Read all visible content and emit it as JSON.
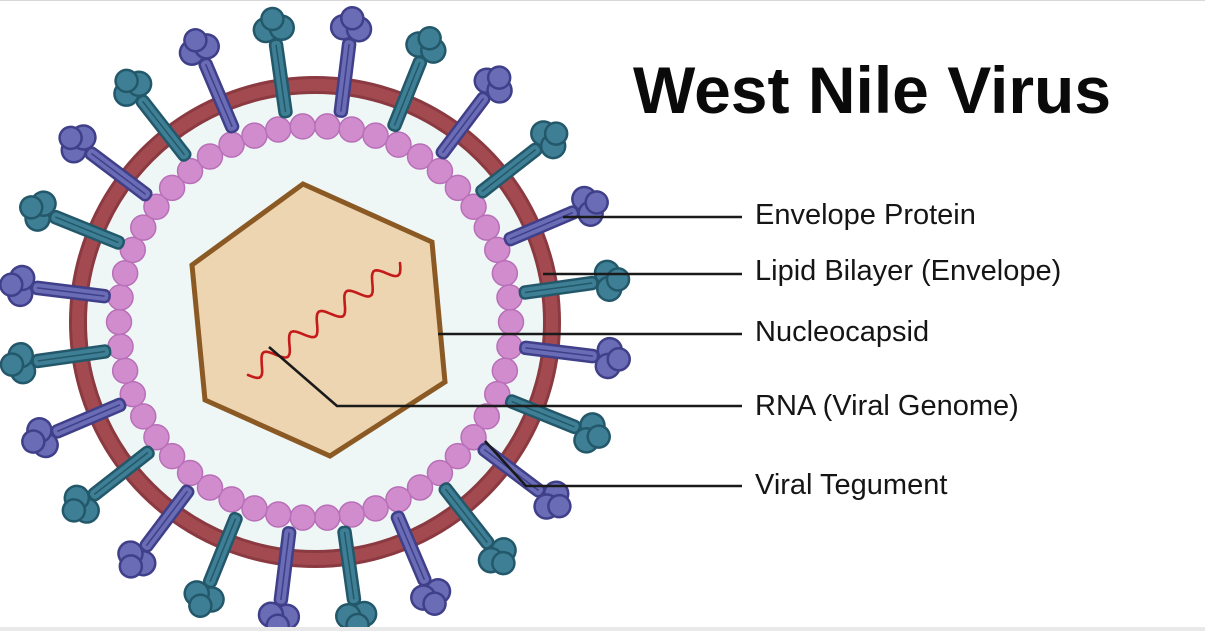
{
  "title": "West Nile Virus",
  "labels": [
    {
      "id": "envelope-protein",
      "text": "Envelope Protein"
    },
    {
      "id": "lipid-bilayer",
      "text": "Lipid Bilayer (Envelope)"
    },
    {
      "id": "nucleocapsid",
      "text": "Nucleocapsid"
    },
    {
      "id": "rna",
      "text": "RNA (Viral Genome)"
    },
    {
      "id": "viral-tegument",
      "text": "Viral Tegument"
    }
  ],
  "colors": {
    "membrane": "#a24a4f",
    "membrane_dark": "#8a3a40",
    "interior": "#eef7f6",
    "bead": "#d08ccc",
    "bead_stroke": "#b86fb8",
    "capsid_fill": "#ecd5b0",
    "capsid_stroke": "#8b5a24",
    "rna": "#c51a1a",
    "protein_purple": "#6a6cb5",
    "protein_purple_dark": "#3f3f8a",
    "protein_teal": "#3f7f95",
    "protein_teal_dark": "#23586b",
    "leader": "#1a1a1a"
  }
}
